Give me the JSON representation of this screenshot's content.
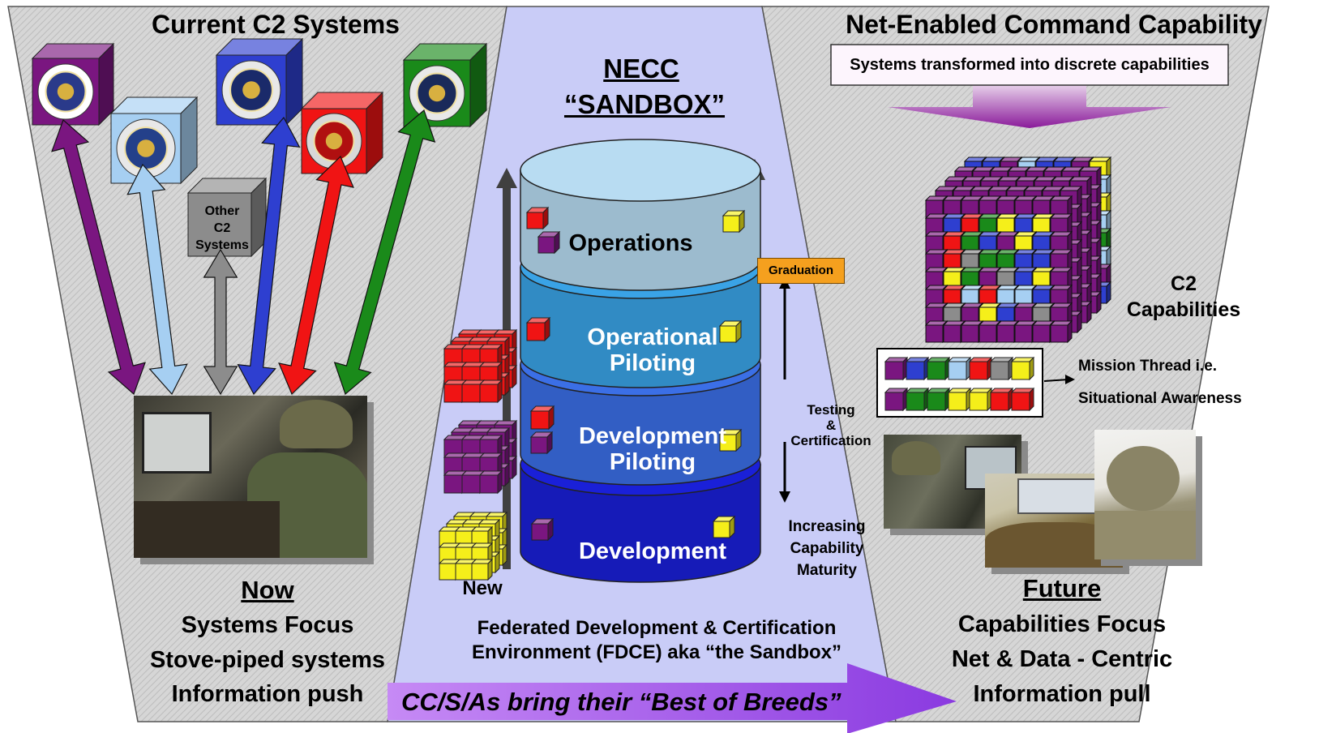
{
  "left": {
    "title": "Current C2 Systems",
    "other_box_label": [
      "Other",
      "C2",
      "Systems"
    ],
    "now_heading": "Now",
    "now_lines": [
      "Systems Focus",
      "Stove-piped systems",
      "Information push"
    ]
  },
  "center": {
    "title_line1": "NECC",
    "title_line2": "“SANDBOX”",
    "layers": [
      {
        "label_lines": [
          "Operations"
        ],
        "color": "#b8dcf2"
      },
      {
        "label_lines": [
          "Operational",
          "Piloting"
        ],
        "color": "#3aa3e6"
      },
      {
        "label_lines": [
          "Development",
          "Piloting"
        ],
        "color": "#3b6fe6"
      },
      {
        "label_lines": [
          "Development"
        ],
        "color": "#1a20d8"
      }
    ],
    "graduation_label": "Graduation",
    "testing_label": [
      "Testing",
      "&",
      "Certification"
    ],
    "maturity_label": [
      "Increasing",
      "Capability",
      "Maturity"
    ],
    "new_label": "New",
    "fdce_lines": [
      "Federated Development & Certification",
      "Environment (FDCE) aka “the Sandbox”"
    ],
    "banner_text": "CC/S/As bring their “Best of Breeds”"
  },
  "right": {
    "title": "Net-Enabled Command Capability",
    "transform_box": "Systems transformed into discrete capabilities",
    "c2_label": [
      "C2",
      "Capabilities"
    ],
    "mission_thread": [
      "Mission Thread i.e.",
      "Situational Awareness"
    ],
    "future_heading": "Future",
    "future_lines": [
      "Capabilities Focus",
      "Net & Data - Centric",
      "Information pull"
    ]
  },
  "colors": {
    "purple": "#7a1680",
    "light_blue": "#a6cff2",
    "gray": "#8c8c8c",
    "blue": "#2e3fd0",
    "red": "#f01414",
    "green": "#1a8a1a",
    "yellow": "#f5ef1a",
    "orange": "#f5a01e",
    "sandbox_bg": "#c9ccf7",
    "banner": "#a55cf0"
  }
}
